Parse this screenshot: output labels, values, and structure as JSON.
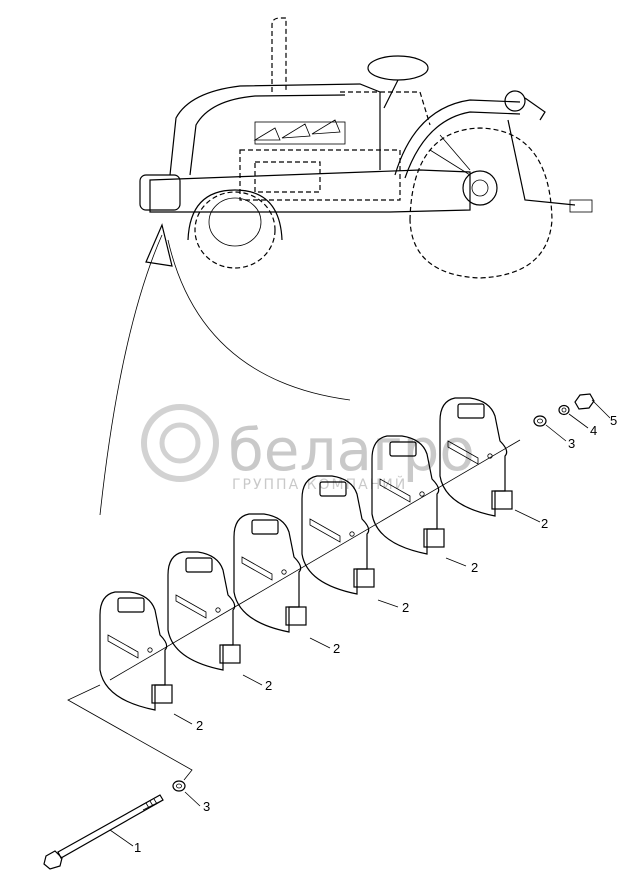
{
  "watermark": {
    "brand": "белагро",
    "subtitle": "ГРУППА КОМПАНИЙ"
  },
  "callouts": {
    "bolt": "1",
    "weight": "2",
    "washer": "3",
    "lock_washer": "4",
    "nut": "5"
  }
}
